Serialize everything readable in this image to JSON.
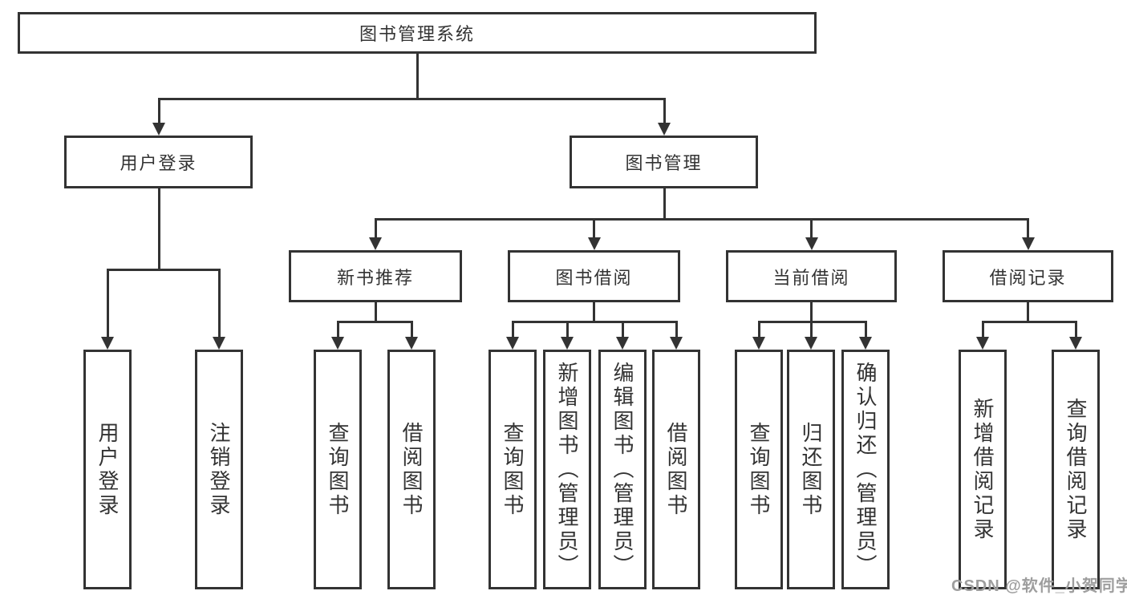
{
  "colors": {
    "line": "#333333",
    "text": "#333333",
    "background": "#ffffff",
    "watermark": "#9e9e9e"
  },
  "watermark": "CSDN @软件_小贺同学",
  "tree": {
    "root": {
      "label": "图书管理系统",
      "children": [
        {
          "label": "用户登录",
          "children": [
            {
              "label": "用户登录"
            },
            {
              "label": "注销登录"
            }
          ]
        },
        {
          "label": "图书管理",
          "children": [
            {
              "label": "新书推荐",
              "children": [
                {
                  "label": "查询图书"
                },
                {
                  "label": "借阅图书"
                }
              ]
            },
            {
              "label": "图书借阅",
              "children": [
                {
                  "label": "查询图书"
                },
                {
                  "label": "新增图书（管理员）"
                },
                {
                  "label": "编辑图书（管理员）"
                },
                {
                  "label": "借阅图书"
                }
              ]
            },
            {
              "label": "当前借阅",
              "children": [
                {
                  "label": "查询图书"
                },
                {
                  "label": "归还图书"
                },
                {
                  "label": "确认归还（管理员）"
                }
              ]
            },
            {
              "label": "借阅记录",
              "children": [
                {
                  "label": "新增借阅记录"
                },
                {
                  "label": "查询借阅记录"
                }
              ]
            }
          ]
        }
      ]
    }
  }
}
